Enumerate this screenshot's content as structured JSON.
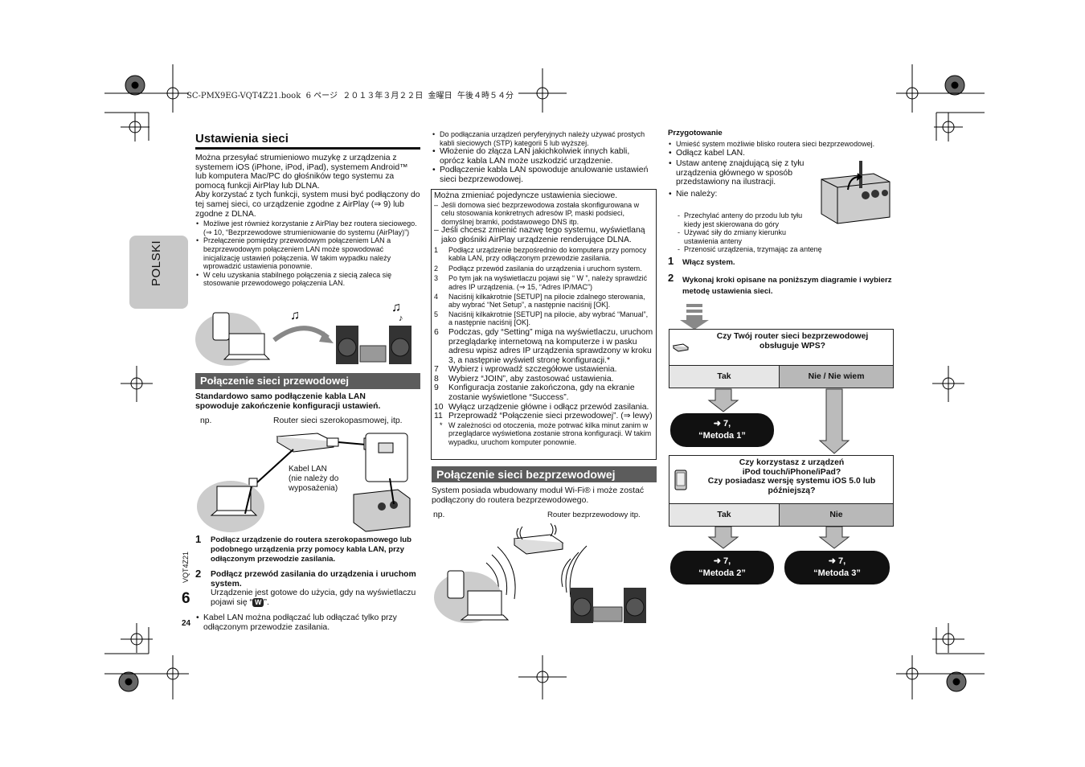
{
  "header": {
    "text": "SC-PMX9EG-VQT4Z21.book  6 ページ  ２０１３年３月２２日  金曜日  午後４時５４分"
  },
  "side_tab": {
    "label": "POLSKI"
  },
  "page": {
    "doc_code": "VQT4Z21",
    "page_num": "6",
    "sub_num": "24"
  },
  "col1": {
    "title": "Ustawienia sieci",
    "intro": "Można przesyłać strumieniowo muzykę z urządzenia z systemem iOS (iPhone, iPod, iPad), systemem Android™ lub komputera Mac/PC do głośników tego systemu za pomocą funkcji AirPlay lub DLNA.",
    "intro2": "Aby korzystać z tych funkcji, system musi być podłączony do tej samej sieci, co urządzenie zgodne z AirPlay (⇒ 9) lub zgodne z DLNA.",
    "bullets": [
      "Możliwe jest również korzystanie z AirPlay bez routera sieciowego. (⇒ 10, “Bezprzewodowe strumieniowanie do systemu (AirPlay)”)",
      "Przełączenie pomiędzy przewodowym połączeniem LAN a bezprzewodowym połączeniem LAN może spowodować inicjalizację ustawień połączenia. W takim wypadku należy wprowadzić ustawienia ponownie.",
      "W celu uzyskania stabilnego połączenia z siecią zaleca się stosowanie przewodowego połączenia LAN."
    ],
    "wired_title": "Połączenie sieci przewodowej",
    "wired_bold": "Standardowo samo podłączenie kabla LAN spowoduje zakończenie konfiguracji ustawień.",
    "np_label": "np.",
    "router_label": "Router sieci szerokopasmowej, itp.",
    "cable_label": "Kabel LAN\n(nie należy do\nwyposażenia)",
    "step1_num": "1",
    "step1": "Podłącz urządzenie do routera szerokopasmowego lub podobnego urządzenia przy pomocy kabla LAN, przy odłączonym przewodzie zasilania.",
    "step2_num": "2",
    "step2_bold": "Podłącz przewód zasilania do urządzenia i uruchom system.",
    "step2_text": "Urządzenie jest gotowe do użycia, gdy na wyświetlaczu pojawi się “",
    "step2_end": "”.",
    "badge": "W",
    "last_bullet": "Kabel LAN można podłączać lub odłączać tylko przy odłączonym przewodzie zasilania."
  },
  "col2": {
    "bullets": [
      "Do podłączania urządzeń peryferyjnych należy używać prostych kabli sieciowych (STP) kategorii 5 lub wyższej.",
      "Włożenie do złącza LAN jakichkolwiek innych kabli, oprócz kabla LAN może uszkodzić urządzenie.",
      "Podłączenie kabla LAN spowoduje anulowanie ustawień sieci bezprzewodowej."
    ],
    "box_title": "Można zmieniać pojedyncze ustawienia sieciowe.",
    "box_dashes": [
      "Jeśli domowa sieć bezprzewodowa została skonfigurowana w celu stosowania konkretnych adresów IP, maski podsieci, domyślnej bramki, podstawowego DNS itp.",
      "Jeśli chcesz zmienić nazwę tego systemu, wyświetlaną jako głośniki AirPlay urządzenie renderujące DLNA."
    ],
    "box_steps": [
      {
        "n": "1",
        "t": "Podłącz urządzenie bezpośrednio do komputera przy pomocy kabla LAN, przy odłączonym przewodzie zasilania."
      },
      {
        "n": "2",
        "t": "Podłącz przewód zasilania do urządzenia i uruchom system."
      },
      {
        "n": "3",
        "t": "Po tym jak na wyświetlaczu pojawi się “ W ”, należy sprawdzić adres IP urządzenia. (⇒ 15, “Adres IP/MAC”)"
      },
      {
        "n": "4",
        "t": "Naciśnij kilkakrotnie [SETUP] na pilocie zdalnego sterowania, aby wybrać “Net Setup”, a następnie naciśnij [OK]."
      },
      {
        "n": "5",
        "t": "Naciśnij kilkakrotnie [SETUP] na pilocie, aby wybrać “Manual”, a następnie naciśnij [OK]."
      },
      {
        "n": "6",
        "t": "Podczas, gdy “Setting” miga na wyświetlaczu, uruchom przeglądarkę internetową na komputerze i w pasku adresu wpisz adres IP urządzenia sprawdzony w kroku 3, a następnie wyświetl stronę konfiguracji.*"
      },
      {
        "n": "7",
        "t": "Wybierz i wprowadź szczegółowe ustawienia."
      },
      {
        "n": "8",
        "t": "Wybierz “JOIN”, aby zastosować ustawienia."
      },
      {
        "n": "9",
        "t": "Konfiguracja zostanie zakończona, gdy na ekranie zostanie wyświetlone “Success”."
      },
      {
        "n": "10",
        "t": "Wyłącz urządzenie główne i odłącz przewód zasilania."
      },
      {
        "n": "11",
        "t": "Przeprowadź “Połączenie sieci przewodowej”. (⇒ lewy)"
      }
    ],
    "footnote": "W zależności od otoczenia, może potrwać kilka minut zanim w przeglądarce wyświetlona zostanie strona konfiguracji. W takim wypadku, uruchom komputer ponownie.",
    "wireless_title": "Połączenie sieci bezprzewodowej",
    "wireless_text": "System posiada wbudowany moduł Wi-Fi® i może zostać podłączony do routera bezprzewodowego.",
    "np_label": "np.",
    "router_label": "Router bezprzewodowy itp."
  },
  "col3": {
    "prep_title": "Przygotowanie",
    "prep_bullets": [
      "Umieść system możliwie blisko routera sieci bezprzewodowej.",
      "Odłącz kabel LAN.",
      "Ustaw antenę znajdującą się z tyłu urządzenia głównego w sposób przedstawiony na ilustracji."
    ],
    "not_title": "Nie należy:",
    "not_dashes": [
      "Przechylać anteny do przodu lub tyłu kiedy jest skierowana do góry",
      "Używać siły do zmiany kierunku ustawienia anteny",
      "Przenosić urządzenia, trzymając za antenę"
    ],
    "step1_num": "1",
    "step1": "Włącz system.",
    "step2_num": "2",
    "step2": "Wykonaj kroki opisane na poniższym diagramie i wybierz metodę ustawienia sieci.",
    "q1": "Czy Twój router sieci bezprzewodowej obsługuje WPS?",
    "q1_yes": "Tak",
    "q1_no": "Nie / Nie wiem",
    "m1": "➜ 7,\n“Metoda 1”",
    "q2": "Czy korzystasz z urządzeń\niPod touch/iPhone/iPad?\nCzy posiadasz wersję systemu iOS 5.0 lub\npóźniejszą?",
    "q2_yes": "Tak",
    "q2_no": "Nie",
    "m2": "➜ 7,\n“Metoda 2”",
    "m3": "➜ 7,\n“Metoda 3”"
  },
  "colors": {
    "section_bg": "#5c5c5c",
    "tab_bg": "#c8c8c8",
    "cell_yes": "#e6e6e6",
    "cell_no": "#b8b8b8"
  }
}
